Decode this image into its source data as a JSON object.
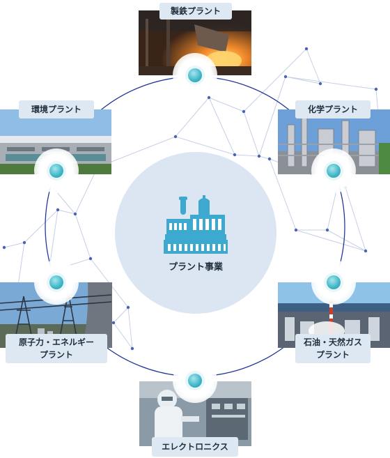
{
  "center": {
    "label": "プラント事業",
    "icon": "factory-icon"
  },
  "sectors": [
    {
      "label": "製鉄プラント",
      "photo": "steel-mill-photo"
    },
    {
      "label": "化学プラント",
      "photo": "chemical-plant-photo"
    },
    {
      "label": "石油・天然ガス\nプラント",
      "photo": "oil-gas-refinery-photo"
    },
    {
      "label": "エレクトロニクス",
      "photo": "electronics-cleanroom-photo"
    },
    {
      "label": "原子力・エネルギー\nプラント",
      "photo": "power-transmission-photo"
    },
    {
      "label": "環境プラント",
      "photo": "water-treatment-plant-photo"
    }
  ],
  "colors": {
    "ring": "#22399a",
    "center_fill": "#dbe6f2",
    "icon": "#3da9cf",
    "node": "#3db4c6",
    "label_bg": "#dde8f3",
    "network_lines": "#c5cfe6",
    "network_dots": "#4a64b3"
  }
}
